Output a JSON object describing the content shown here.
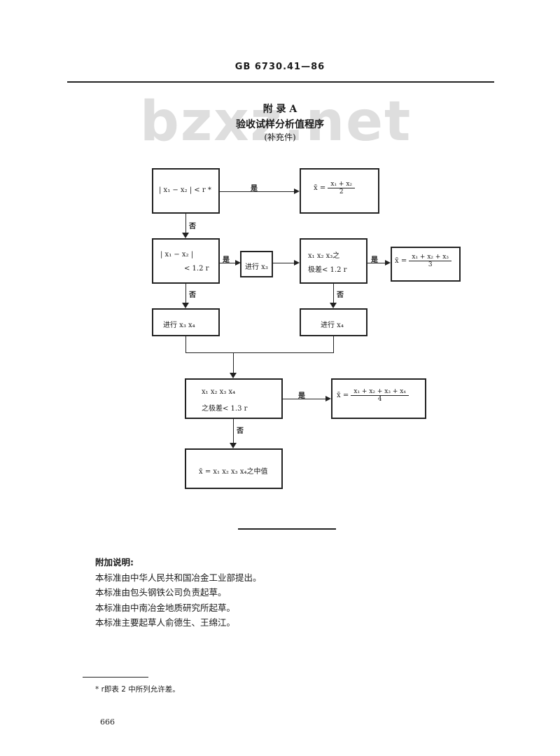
{
  "header": {
    "standard_no": "GB 6730.41—86"
  },
  "watermark": "bzxz.net",
  "title": {
    "appendix": "附 录 A",
    "name": "验收试样分析值程序",
    "sub": "(补充件)"
  },
  "flow": {
    "b1": "| x₁ − x₂ | < r *",
    "b2_top": "| x₁ − x₂ |",
    "b2_bot": "< 1.2 r",
    "b3": "进行 x₃",
    "b4_top": "x₁   x₂   x₃之",
    "b4_bot": "极差< 1.2 r",
    "b5_lhs": "x̄ =",
    "b5_num": "x₁ + x₂",
    "b5_den": "2",
    "b6_lhs": "x̄ =",
    "b6_num": "x₁ + x₂ + x₃",
    "b6_den": "3",
    "b7": "进行 x₃   x₄",
    "b8": "进行 x₄",
    "b9_top": "x₁   x₂   x₃   x₄",
    "b9_bot": "之极差< 1.3 r",
    "b10_lhs": "x̄ =",
    "b10_num": "x₁ + x₂ + x₃ + x₄",
    "b10_den": "4",
    "b11": "x̄ = x₁ x₂ x₃ x₄之中值",
    "yes": "是",
    "no": "否"
  },
  "notes": {
    "heading": "附加说明:",
    "lines": [
      "本标准由中华人民共和国冶金工业部提出。",
      "本标准由包头钢铁公司负责起草。",
      "本标准由中南冶金地质研究所起草。",
      "本标准主要起草人俞德生、王绵江。"
    ]
  },
  "footnote": "* r即表 2 中所列允许差。",
  "page_number": "666"
}
